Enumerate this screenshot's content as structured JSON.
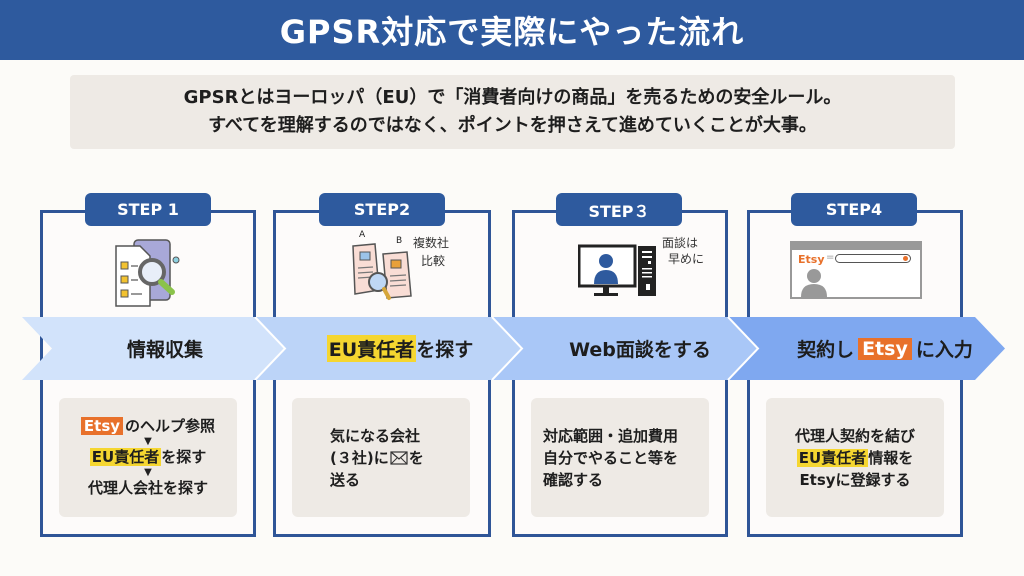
{
  "header": {
    "title": "GPSR対応で実際にやった流れ",
    "background": "#2E5A9E"
  },
  "intro": {
    "line1": "GPSRとはヨーロッパ（EU）で「消費者向けの商品」を売るための安全ルール。",
    "line2": "すべてを理解するのではなく、ポイントを押さえて進めていくことが大事。"
  },
  "colors": {
    "accent_blue": "#2E5A9E",
    "highlight_yellow": "#F5D630",
    "etsy_orange": "#E8712B",
    "band_colors": [
      "#D2E3FB",
      "#BCD4F8",
      "#A9C7F7",
      "#7FA8F0"
    ]
  },
  "steps": [
    {
      "tab": "STEP 1",
      "icon": "document-search-icon",
      "band": {
        "text": "情報収集"
      },
      "detail": {
        "line1_badge": "Etsy",
        "line1_rest": "のヘルプ参照",
        "line2_highlight": "EU責任者",
        "line2_rest": "を探す",
        "line3": "代理人会社を探す"
      }
    },
    {
      "tab": "STEP2",
      "icon": "compare-documents-icon",
      "icon_note1": "複数社",
      "icon_note2": "比較",
      "icon_label_a": "A",
      "icon_label_b": "B",
      "band": {
        "highlight": "EU責任者",
        "rest": "を探す"
      },
      "detail": {
        "line1": "気になる会社",
        "line2_pre": "(３社)に",
        "line2_icon": "mail-icon",
        "line2_post": "を",
        "line3": "送る"
      }
    },
    {
      "tab": "STEP３",
      "icon": "video-call-computer-icon",
      "icon_note1": "面談は",
      "icon_note2": "早めに",
      "band": {
        "text": "Web面談をする"
      },
      "detail": {
        "line1": "対応範囲・追加費用",
        "line2": "自分でやること等を",
        "line3": "確認する"
      }
    },
    {
      "tab": "STEP4",
      "icon": "etsy-browser-profile-icon",
      "icon_brand": "Etsy",
      "band": {
        "pre": "契約し",
        "badge": "Etsy",
        "post": "に入力"
      },
      "detail": {
        "line1": "代理人契約を結び",
        "line2_highlight": "EU責任者",
        "line2_rest": "情報を",
        "line3": "Etsyに登録する"
      }
    }
  ]
}
